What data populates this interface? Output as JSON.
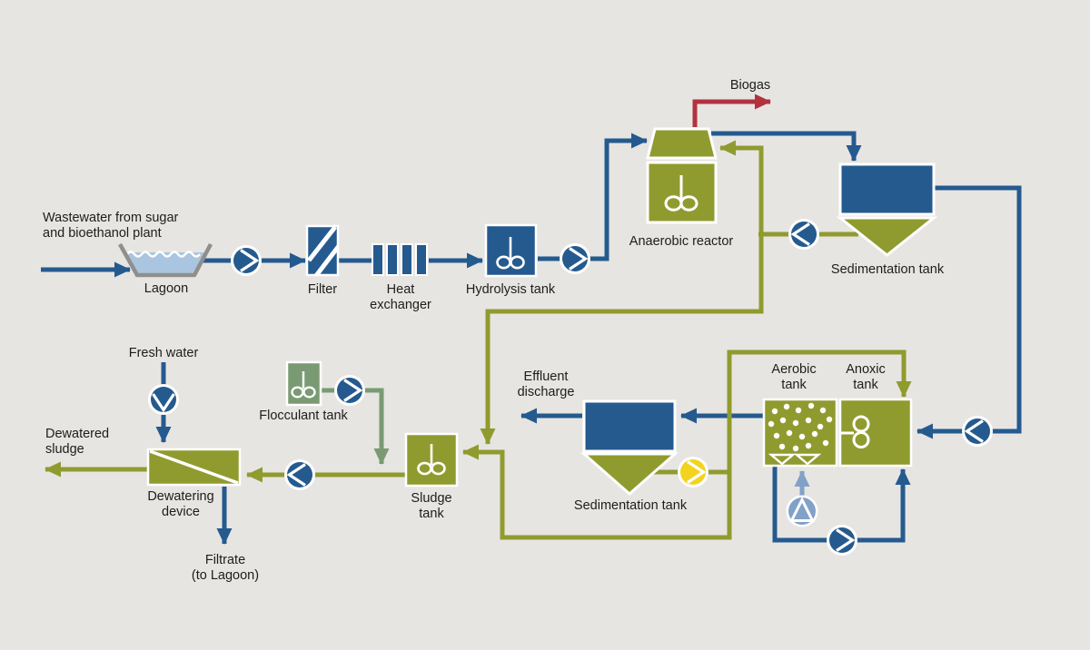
{
  "colors": {
    "background": "#e7e5e2",
    "blue": "#255a8f",
    "olive": "#909b2f",
    "sage": "#7a9a74",
    "yellow": "#f2d41f",
    "light_blue": "#82a1c8",
    "red": "#b23240",
    "water": "#aac5df",
    "wave": "#4f7fb0",
    "basin_gray": "#8f8f8d",
    "text": "#1d1d1b"
  },
  "labels": {
    "source": "Wastewater from sugar\nand bioethanol plant",
    "lagoon": "Lagoon",
    "filter": "Filter",
    "heat_exchanger": "Heat\nexchanger",
    "hydrolysis_tank": "Hydrolysis tank",
    "anaerobic_reactor": "Anaerobic reactor",
    "biogas": "Biogas",
    "sedimentation_tank_1": "Sedimentation tank",
    "aerobic_tank": "Aerobic\ntank",
    "anoxic_tank": "Anoxic\ntank",
    "sedimentation_tank_2": "Sedimentation tank",
    "effluent_discharge": "Effluent\ndischarge",
    "sludge_tank": "Sludge\ntank",
    "flocculant_tank": "Flocculant tank",
    "fresh_water": "Fresh water",
    "dewatering_device": "Dewatering\ndevice",
    "dewatered_sludge": "Dewatered\nsludge",
    "filtrate": "Filtrate\n(to Lagoon)"
  },
  "icons": {
    "pump": "circle-with-chevron",
    "blower": "circle-with-triangle",
    "mixer": "impeller",
    "aeration": "bubbles-and-diffusers"
  }
}
